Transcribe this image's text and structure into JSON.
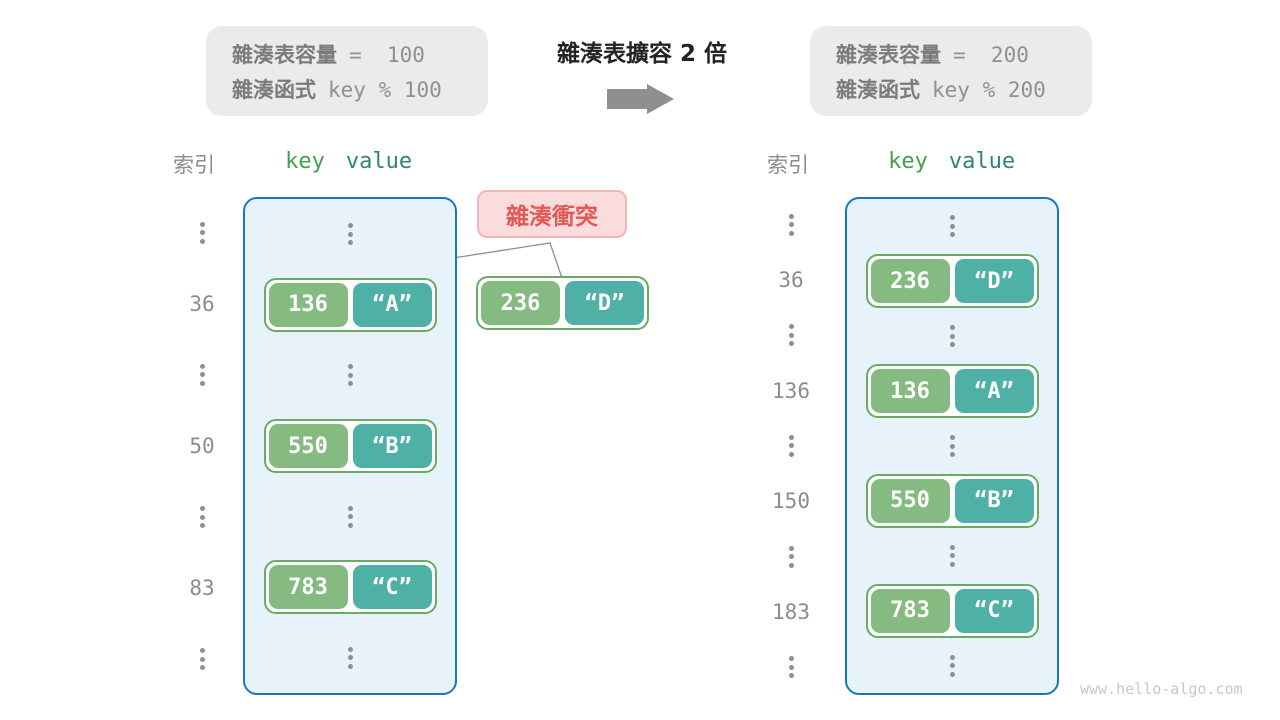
{
  "panels": {
    "before": {
      "capacity_label": "雜湊表容量",
      "capacity_value": "=  100",
      "hash_label": "雜湊函式",
      "hash_value": "key % 100"
    },
    "after": {
      "capacity_label": "雜湊表容量",
      "capacity_value": "=  200",
      "hash_label": "雜湊函式",
      "hash_value": "key % 200"
    }
  },
  "transition": {
    "title": "雜湊表擴容 2 倍"
  },
  "collision": {
    "label": "雜湊衝突"
  },
  "floating_pair": {
    "key": "236",
    "value": "“D”"
  },
  "tables": {
    "left": {
      "headers": {
        "index": "索引",
        "key": "key",
        "value": "value"
      },
      "rows": [
        {
          "type": "dots"
        },
        {
          "type": "pair",
          "index": "36",
          "key": "136",
          "value": "“A”"
        },
        {
          "type": "dots"
        },
        {
          "type": "pair",
          "index": "50",
          "key": "550",
          "value": "“B”"
        },
        {
          "type": "dots"
        },
        {
          "type": "pair",
          "index": "83",
          "key": "783",
          "value": "“C”"
        },
        {
          "type": "dots"
        }
      ]
    },
    "right": {
      "headers": {
        "index": "索引",
        "key": "key",
        "value": "value"
      },
      "rows": [
        {
          "type": "dots"
        },
        {
          "type": "pair",
          "index": "36",
          "key": "236",
          "value": "“D”"
        },
        {
          "type": "dots"
        },
        {
          "type": "pair",
          "index": "136",
          "key": "136",
          "value": "“A”"
        },
        {
          "type": "dots"
        },
        {
          "type": "pair",
          "index": "150",
          "key": "550",
          "value": "“B”"
        },
        {
          "type": "dots"
        },
        {
          "type": "pair",
          "index": "183",
          "key": "783",
          "value": "“C”"
        },
        {
          "type": "dots"
        }
      ]
    }
  },
  "watermark": {
    "text": "www.hello-algo.com"
  },
  "colors": {
    "bucket_border": "#1778BE",
    "bucket_fill": "#E8F2FB",
    "pair_border": "#69AB63",
    "key_fill": "#85BB80",
    "value_fill": "#4FB0A5",
    "collision_fill": "#FBDCDC",
    "collision_border": "#F5B5B5",
    "collision_text": "#E25858",
    "header_key": "#44A04F",
    "header_value": "#2F8478",
    "gray_text": "#8C8C8C",
    "panel_fill": "#EBEBEB"
  }
}
